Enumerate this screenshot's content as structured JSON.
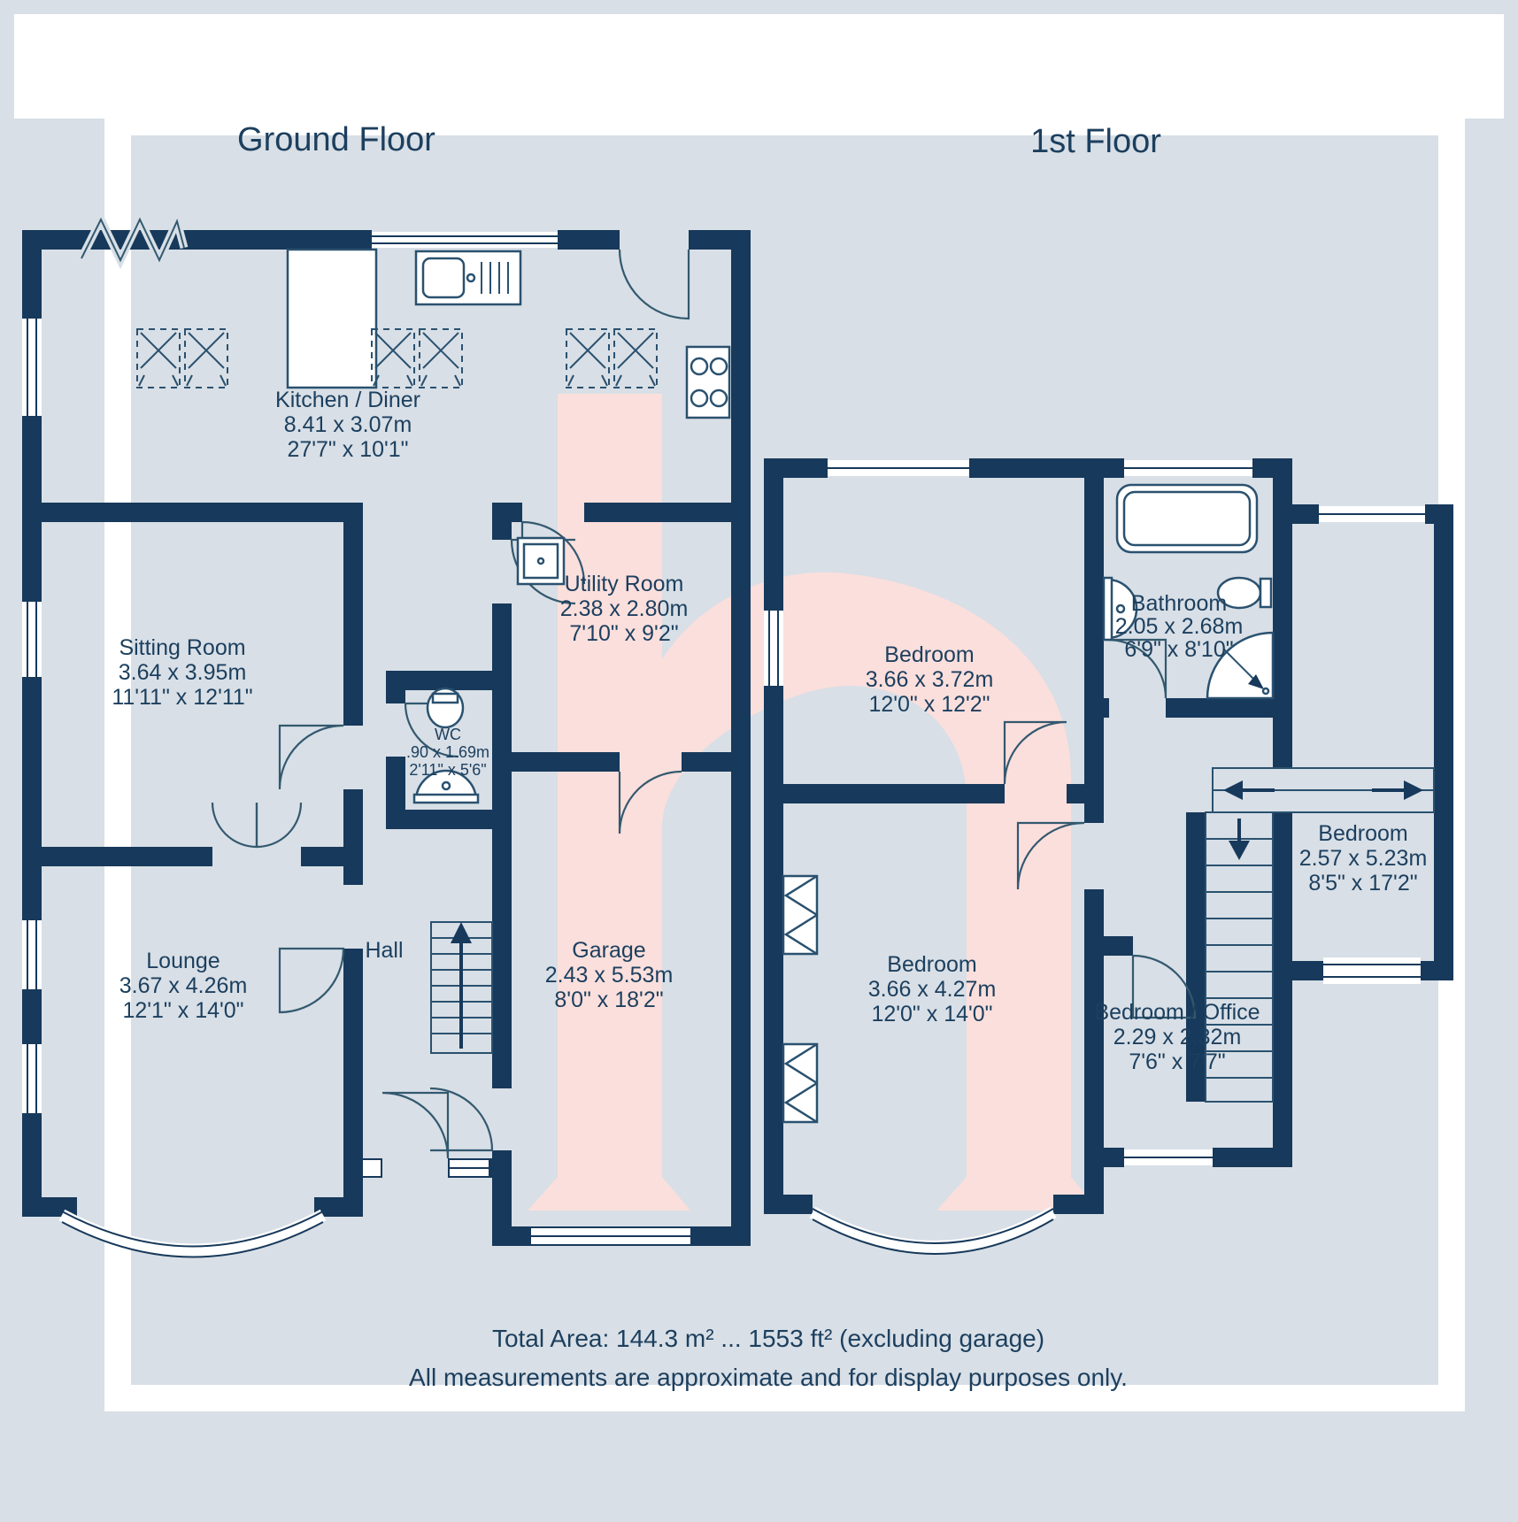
{
  "colors": {
    "background": "#d8dfe6",
    "frame": "#ffffff",
    "wall": "#17395b",
    "text": "#1c3f5e",
    "watermark_pink": "#fbdfdc"
  },
  "watermark": {
    "letter": "h"
  },
  "floors": [
    {
      "title": "Ground Floor",
      "rooms": [
        {
          "name": "Kitchen / Diner",
          "metric": "8.41 x 3.07m",
          "imperial": "27'7\" x 10'1\""
        },
        {
          "name": "Sitting Room",
          "metric": "3.64 x 3.95m",
          "imperial": "11'11\" x 12'11\""
        },
        {
          "name": "Utility Room",
          "metric": "2.38 x 2.80m",
          "imperial": "7'10\" x 9'2\""
        },
        {
          "name": "WC",
          "metric": ".90 x 1.69m",
          "imperial": "2'11\" x 5'6\""
        },
        {
          "name": "Hall",
          "metric": "",
          "imperial": ""
        },
        {
          "name": "Lounge",
          "metric": "3.67 x 4.26m",
          "imperial": "12'1\" x 14'0\""
        },
        {
          "name": "Garage",
          "metric": "2.43 x 5.53m",
          "imperial": "8'0\" x 18'2\""
        }
      ]
    },
    {
      "title": "1st Floor",
      "rooms": [
        {
          "name": "Bedroom",
          "metric": "3.66 x 3.72m",
          "imperial": "12'0\" x 12'2\""
        },
        {
          "name": "Bathroom",
          "metric": "2.05 x 2.68m",
          "imperial": "6'9\" x 8'10\""
        },
        {
          "name": "Bedroom",
          "metric": "2.57 x 5.23m",
          "imperial": "8'5\" x 17'2\""
        },
        {
          "name": "Bedroom",
          "metric": "3.66 x 4.27m",
          "imperial": "12'0\" x 14'0\""
        },
        {
          "name": "Bedroom / Office",
          "metric": "2.29 x 2.32m",
          "imperial": "7'6\" x 7'7\""
        }
      ]
    }
  ],
  "footer": {
    "total_area": "Total Area: 144.3 m² ... 1553 ft² (excluding garage)",
    "disclaimer": "All measurements are approximate and for display purposes only."
  }
}
